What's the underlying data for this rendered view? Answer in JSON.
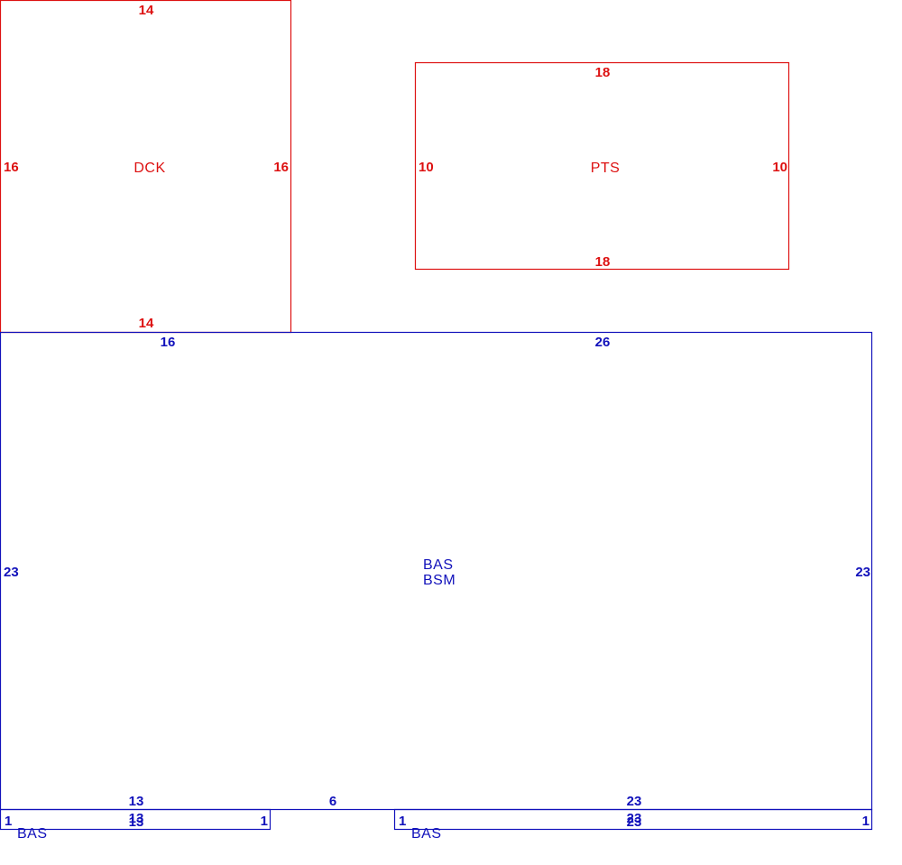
{
  "colors": {
    "red": "#dd1111",
    "blue": "#1111bb"
  },
  "sketch": {
    "deck": {
      "label": "DCK",
      "dim_top": "14",
      "dim_bottom": "14",
      "dim_left": "16",
      "dim_right": "16"
    },
    "patio": {
      "label": "PTS",
      "dim_top": "18",
      "dim_bottom": "18",
      "dim_left": "10",
      "dim_right": "10"
    },
    "main": {
      "label_line1": "BAS",
      "label_line2": "BSM",
      "dim_top_left": "16",
      "dim_top_right": "26",
      "dim_left": "23",
      "dim_right": "23",
      "dim_bottom_left": "13",
      "dim_bottom_mid": "6",
      "dim_bottom_right": "23"
    },
    "strip_left": {
      "label": "BAS",
      "dim_top": "13",
      "dim_bottom": "13",
      "dim_left": "1",
      "dim_right": "1"
    },
    "strip_right": {
      "label": "BAS",
      "dim_top": "23",
      "dim_bottom": "23",
      "dim_left": "1",
      "dim_right": "1"
    }
  }
}
